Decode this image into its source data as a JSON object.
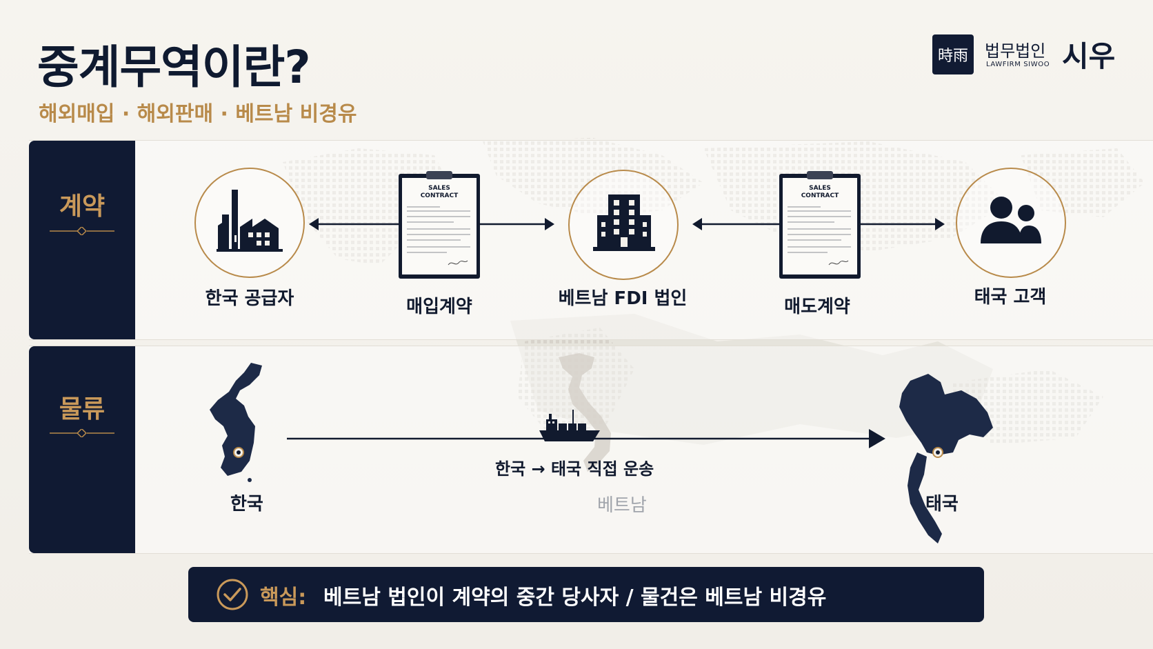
{
  "header": {
    "title": "중계무역이란?",
    "subtitle": "해외매입 · 해외판매 · 베트남 비경유"
  },
  "logo": {
    "mark": "時雨",
    "name": "법무법인",
    "sub": "LAWFIRM SIWOO",
    "big": "시우"
  },
  "contract_band": {
    "label": "계약",
    "nodes": [
      {
        "label": "한국 공급자",
        "icon": "factory-icon"
      },
      {
        "label": "베트남 FDI 법인",
        "icon": "office-building-icon"
      },
      {
        "label": "태국 고객",
        "icon": "people-icon"
      }
    ],
    "documents": [
      {
        "label": "매입계약",
        "doc_title_1": "SALES",
        "doc_title_2": "CONTRACT"
      },
      {
        "label": "매도계약",
        "doc_title_1": "SALES",
        "doc_title_2": "CONTRACT"
      }
    ]
  },
  "logistics_band": {
    "label": "물류",
    "origin": "한국",
    "transit": "베트남",
    "destination": "태국",
    "route_label": "한국 → 태국 직접 운송",
    "icon": "cargo-ship-icon"
  },
  "key_point": {
    "label": "핵심:",
    "text": "베트남 법인이 계약의 중간 당사자  /  물건은 베트남 비경유"
  },
  "colors": {
    "navy": "#101a33",
    "gold": "#b88a4a",
    "background": "#f3f0ea"
  }
}
